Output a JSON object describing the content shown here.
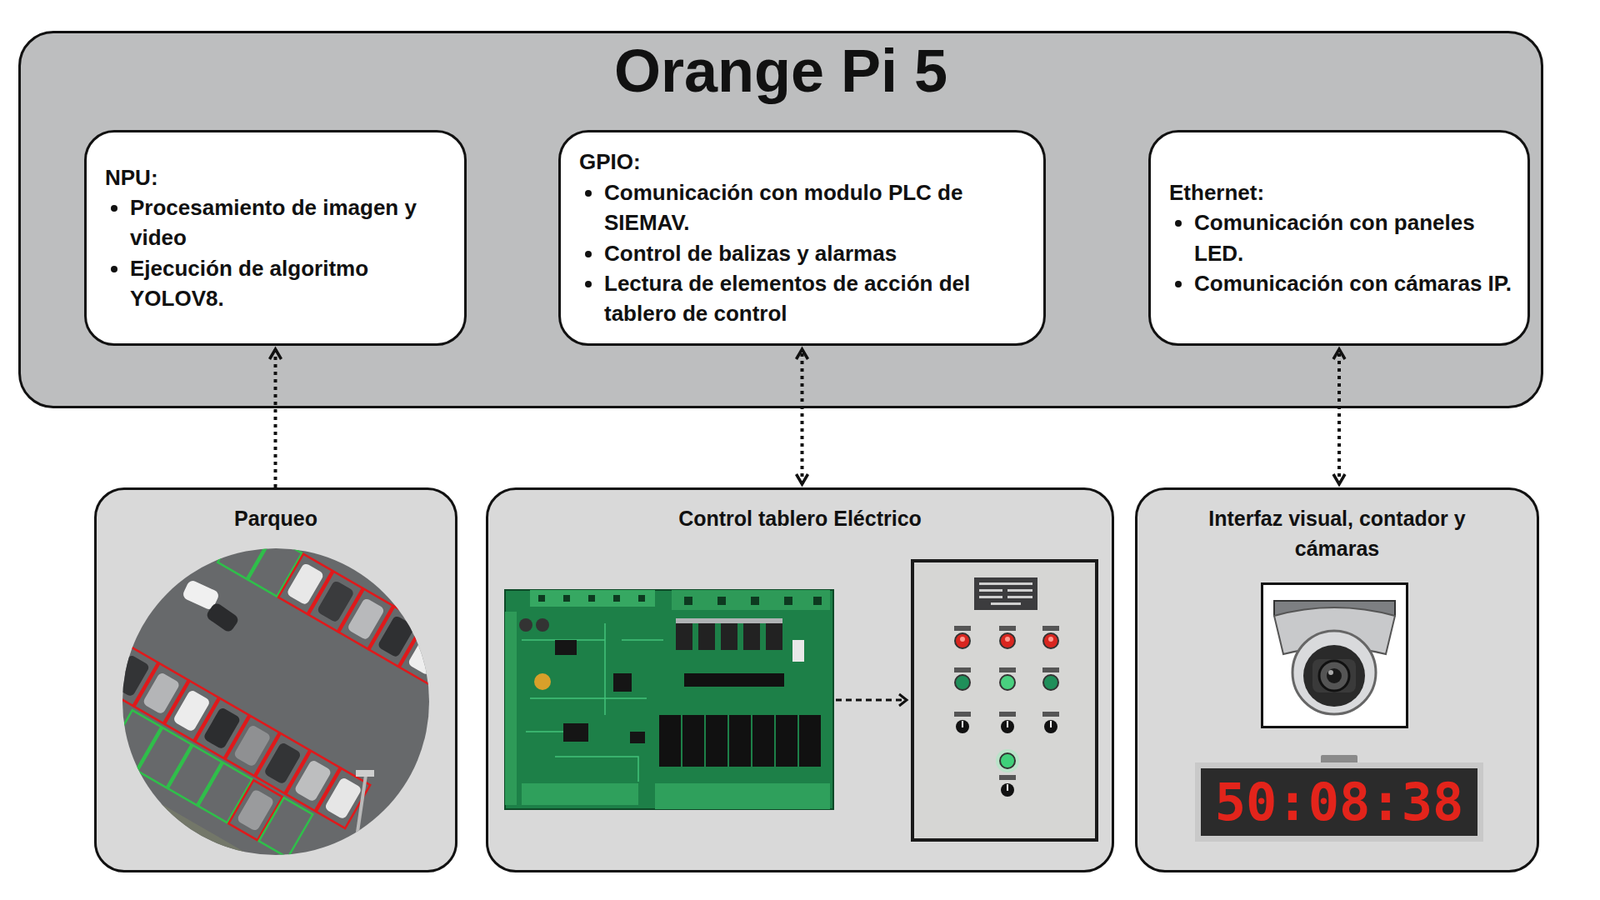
{
  "diagram": {
    "nodes": [
      {
        "text": [
          "Orange Pi 5"
        ]
      },
      {
        "text": [
          "NPU:",
          "Procesamiento de imagen y video",
          "Ejecución de algoritmo YOLOV8."
        ],
        "in": 0
      },
      {
        "text": [
          "GPIO:",
          "Comunicación con modulo PLC de SIEMAV.",
          "Control de balizas y alarmas",
          "Lectura de elementos de acción del tablero de control"
        ],
        "in": 0
      },
      {
        "text": [
          "Ethernet:",
          "Comunicación con paneles LED.",
          "Comunicación con cámaras IP."
        ],
        "in": 0
      },
      {
        "text": [
          "Parqueo"
        ]
      },
      {
        "text": [
          "Control tablero Eléctrico"
        ]
      },
      {
        "text": [
          "Interfaz visual, contador y cámaras"
        ]
      }
    ],
    "edges": [
      {
        "from": 4,
        "to": 1,
        "arrow": "to"
      },
      {
        "from": 5,
        "to": 2,
        "arrow": "both"
      },
      {
        "from": 6,
        "to": 3,
        "arrow": "both"
      }
    ],
    "labels": [
      "50:08:38"
    ]
  }
}
